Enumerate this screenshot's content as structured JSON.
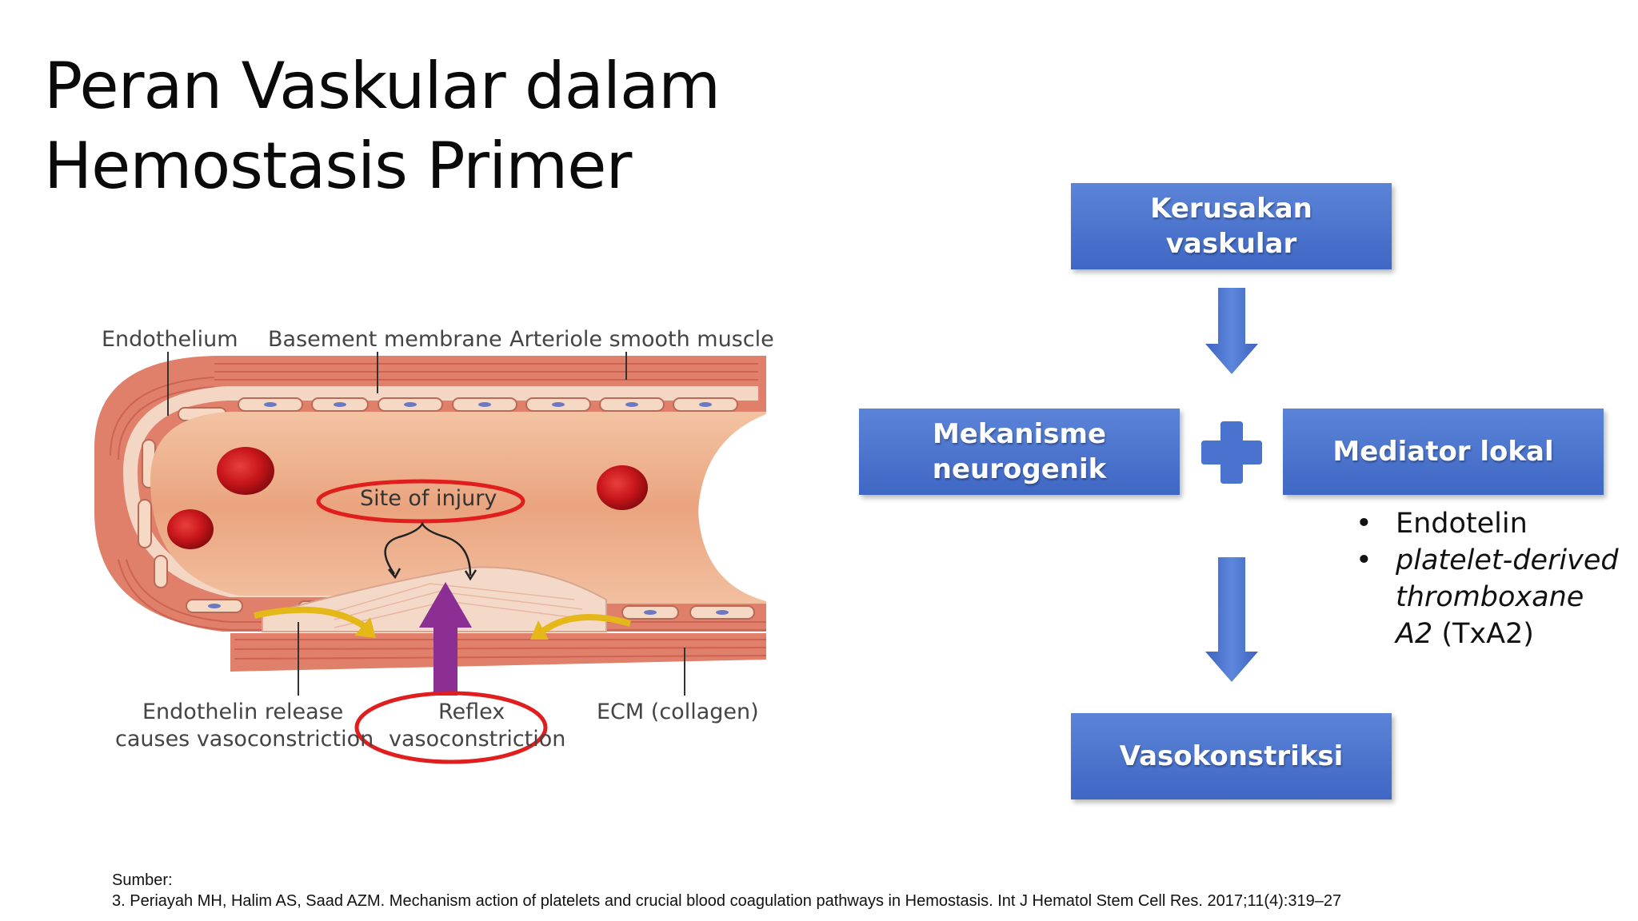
{
  "slide": {
    "title_line1": "Peran Vaskular dalam",
    "title_line2": "Hemostasis Primer"
  },
  "illustration": {
    "labels": {
      "endothelium": "Endothelium",
      "basement_membrane": "Basement membrane",
      "arteriole_smooth_muscle": "Arteriole smooth muscle",
      "site_of_injury": "Site of injury",
      "endothelin_release_1": "Endothelin release",
      "endothelin_release_2": "causes vasoconstriction",
      "reflex_1": "Reflex",
      "reflex_2": "vasoconstriction",
      "ecm": "ECM (collagen)"
    },
    "colors": {
      "vessel_wall": "#e58a72",
      "lumen": "#efb08d",
      "red_cell": "#c8161b",
      "highlight_ellipse": "#e01e1e",
      "yellow_arrow": "#e5b81a",
      "purple_arrow": "#8b2f94"
    }
  },
  "flowchart": {
    "box_top": "Kerusakan vaskular",
    "box_left_1": "Mekanisme",
    "box_left_2": "neurogenik",
    "box_right": "Mediator lokal",
    "box_bottom": "Vasokonstriksi",
    "box_color": "#4a72cf",
    "plus_icon": "plus-icon",
    "arrow_icon": "arrow-down-icon"
  },
  "mediators": {
    "item1": "Endotelin",
    "item2_italic": "platelet-derived thromboxane A2",
    "item2_suffix": " (TxA2)"
  },
  "footer": {
    "source_label": "Sumber:",
    "reference": "3. Periayah MH, Halim AS, Saad AZM. Mechanism action of platelets and crucial blood coagulation pathways in Hemostasis. Int J Hematol Stem Cell Res. 2017;11(4):319–27"
  }
}
